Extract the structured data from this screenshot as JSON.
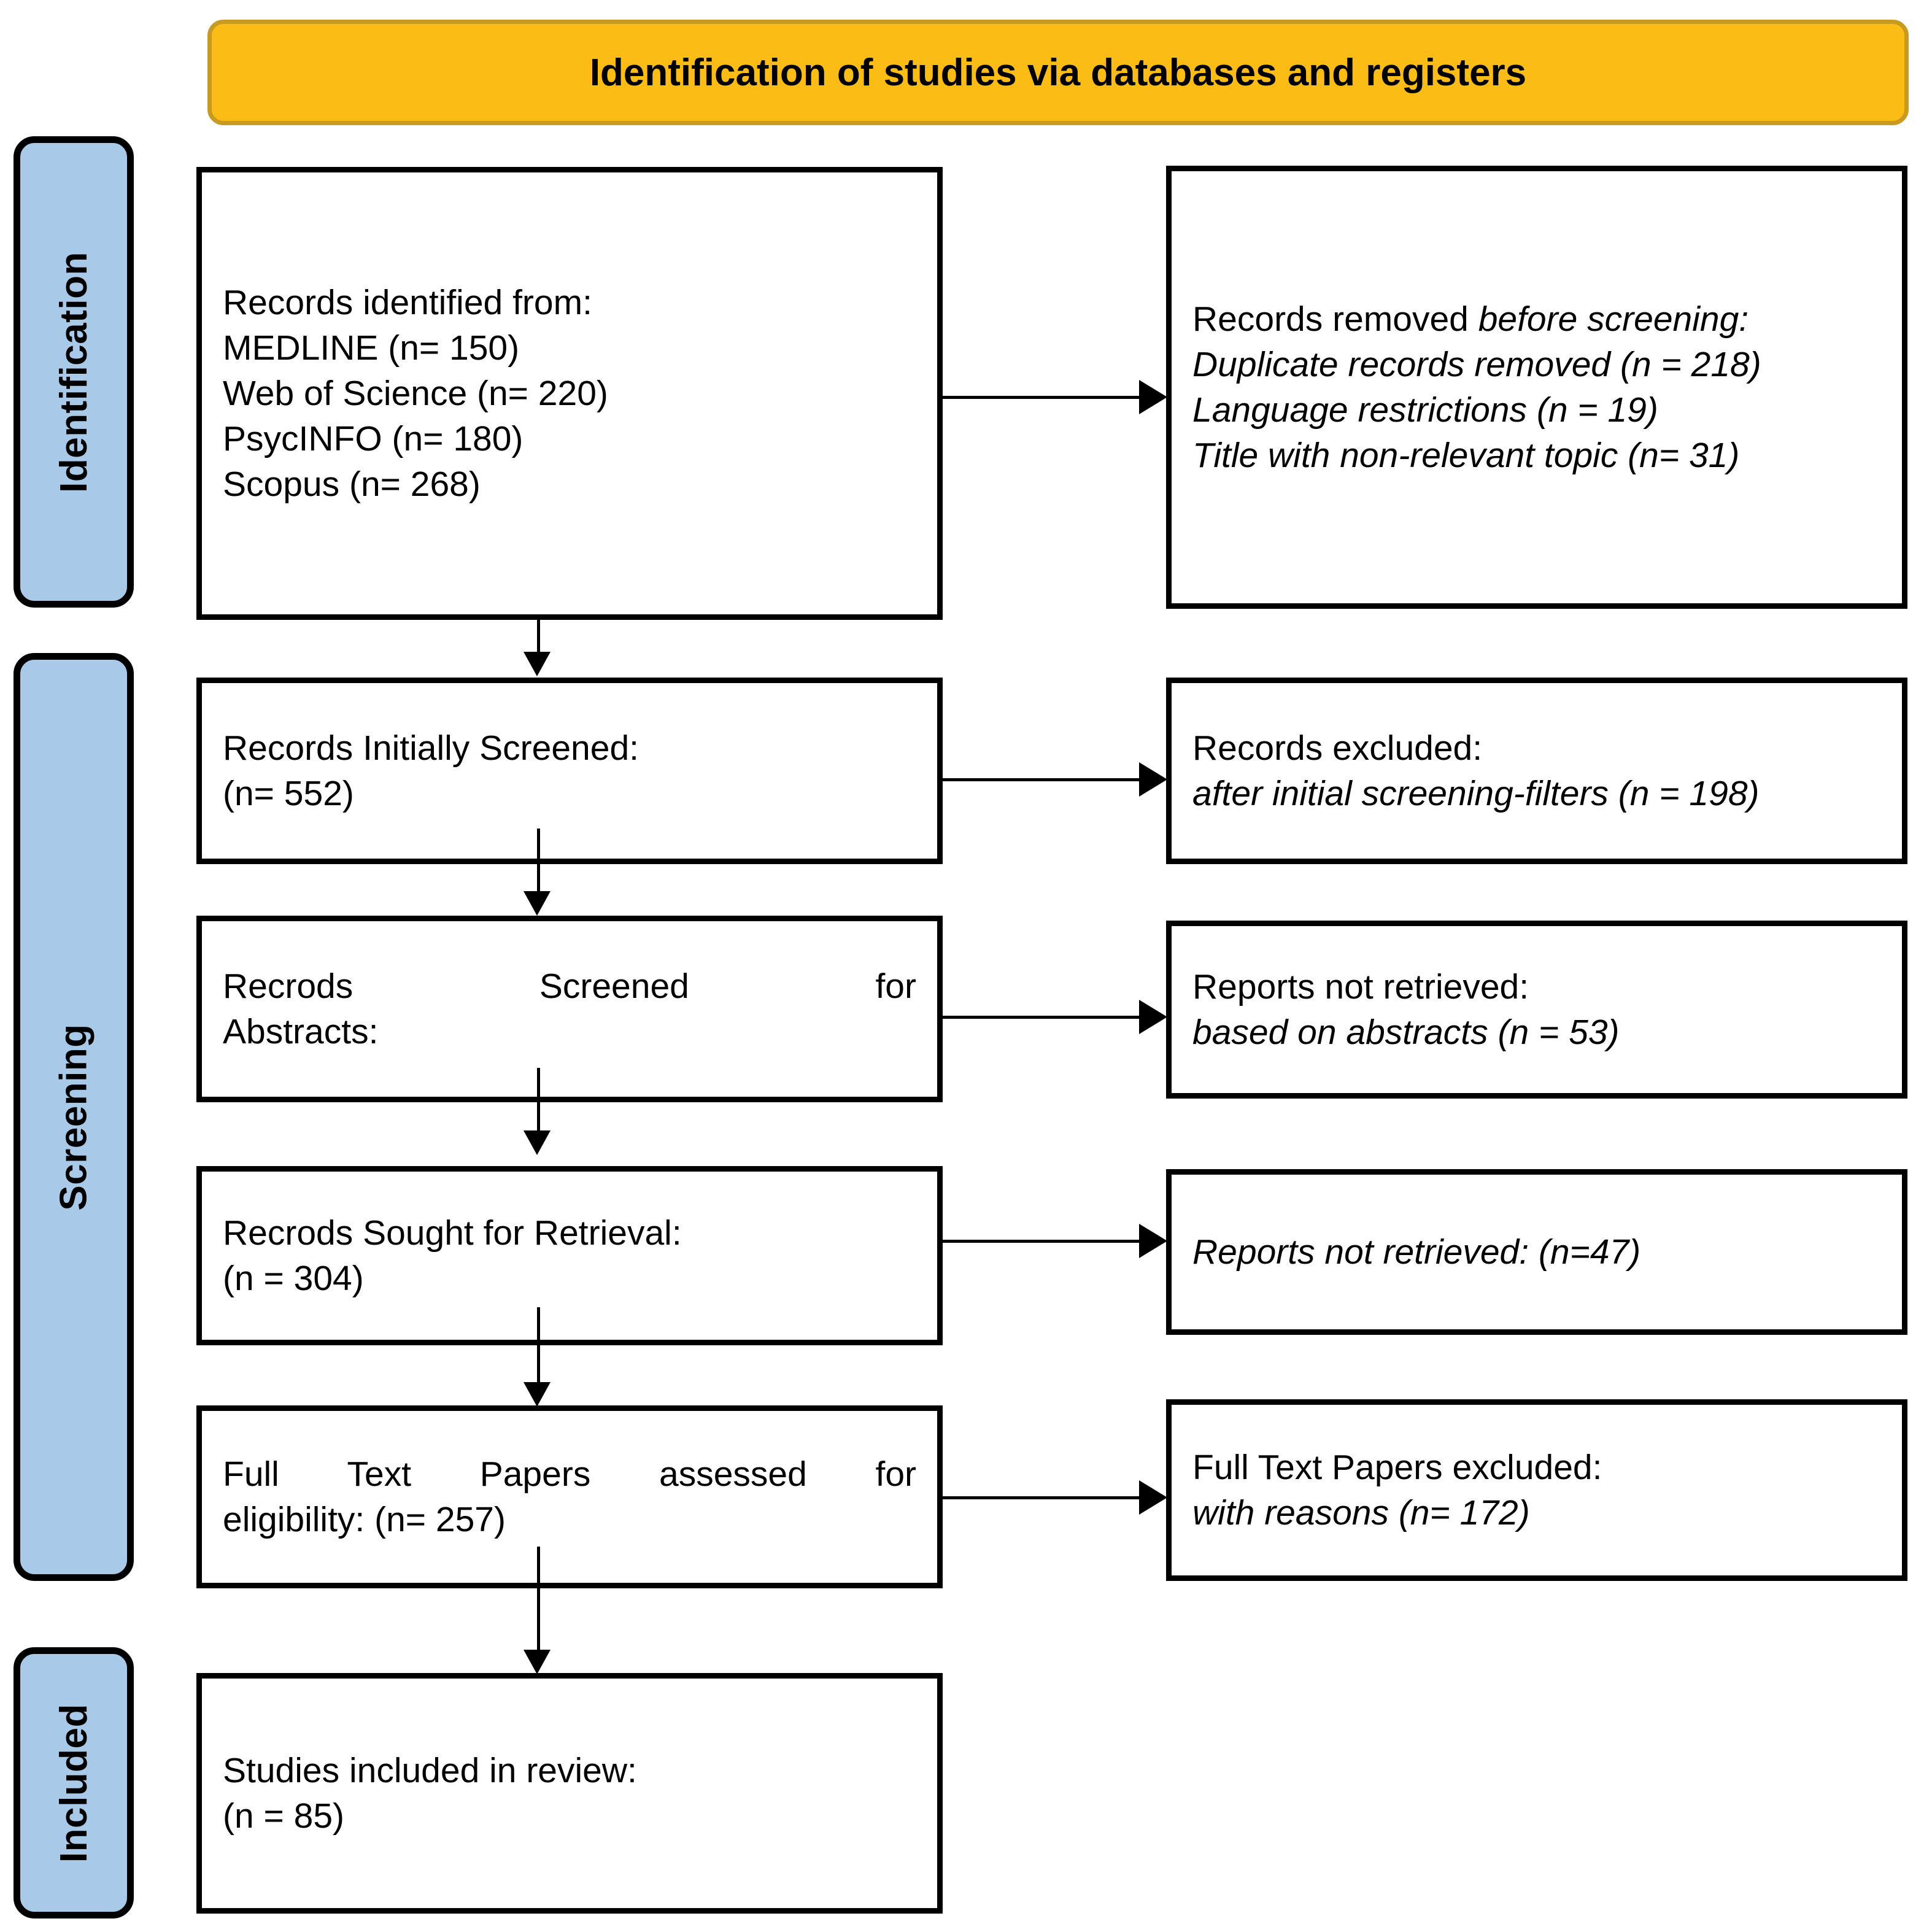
{
  "banner": {
    "title": "Identification of studies via databases and registers"
  },
  "phases": [
    {
      "label": "Identification"
    },
    {
      "label": "Screening"
    },
    {
      "label": "Included"
    }
  ],
  "boxes": {
    "identified": {
      "line1": "Records identified from:",
      "line2": "MEDLINE (n= 150)",
      "line3": "Web of Science (n= 220)",
      "line4": "PsycINFO (n= 180)",
      "line5": "Scopus (n= 268)"
    },
    "removed_before_screening": {
      "head_plain": "Records removed ",
      "head_italic": "before screening:",
      "line1": "Duplicate records removed (n = 218)",
      "line2": "Language restrictions (n = 19)",
      "line3": "Title with non-relevant topic (n= 31)"
    },
    "initially_screened": {
      "line1": "Records Initially Screened:",
      "line2": "(n= 552)"
    },
    "records_excluded": {
      "line1": "Records excluded:",
      "line2": "after initial screening-filters (n = 198)"
    },
    "screened_abstracts": {
      "line1": "Recrods Screened for",
      "line2": "Abstracts:"
    },
    "reports_not_retrieved_abstracts": {
      "line1": "Reports not retrieved:",
      "line2": "based on abstracts (n = 53)"
    },
    "sought_retrieval": {
      "line1": "Recrods Sought for Retrieval:",
      "line2": "(n = 304)"
    },
    "reports_not_retrieved_47": {
      "line1": "Reports not retrieved: (n=47)"
    },
    "full_text_assessed": {
      "line1": "Full Text Papers assessed for",
      "line2": "eligibility: (n= 257)"
    },
    "full_text_excluded": {
      "line1": "Full Text Papers excluded:",
      "line2": "with reasons (n= 172)"
    },
    "studies_included": {
      "line1": "Studies included in review:",
      "line2": "(n = 85)"
    }
  },
  "colors": {
    "phase_fill": "#A8C9E8",
    "banner_fill": "#FBBC16",
    "banner_border": "#C89A22",
    "box_border": "#000000",
    "connector": "#000000"
  }
}
